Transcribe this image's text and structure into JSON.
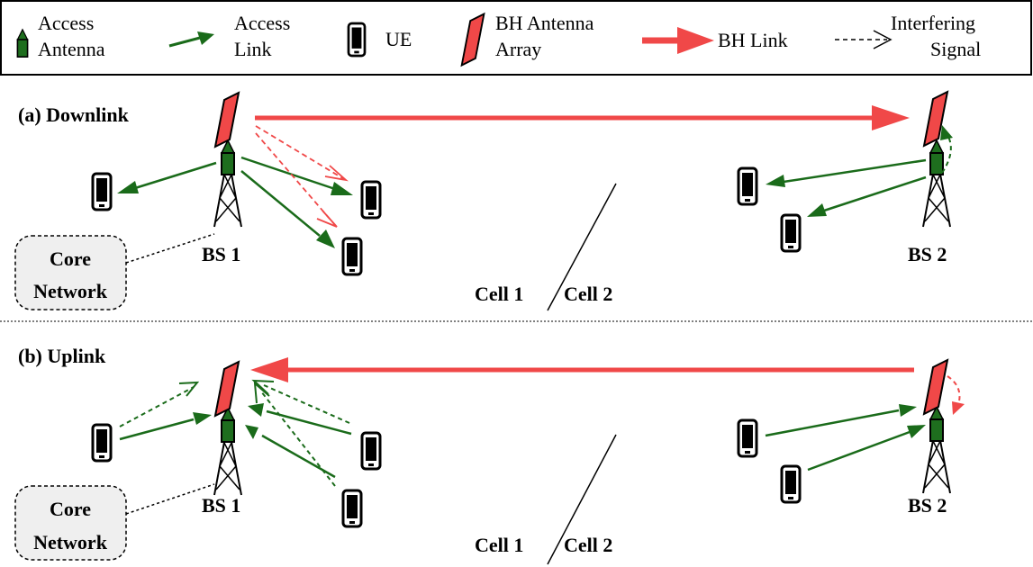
{
  "legend": {
    "access_antenna": [
      "Access",
      "Antenna"
    ],
    "access_link": [
      "Access",
      "Link"
    ],
    "ue": "UE",
    "bh_antenna": [
      "BH Antenna",
      "Array"
    ],
    "bh_link": "BH Link",
    "interfering": [
      "Interfering",
      "Signal"
    ]
  },
  "panels": [
    {
      "title": "(a) Downlink",
      "bs1": "BS 1",
      "bs2": "BS 2",
      "core": [
        "Core",
        "Network"
      ],
      "cell1": "Cell 1",
      "cell2": "Cell 2"
    },
    {
      "title": "(b) Uplink",
      "bs1": "BS 1",
      "bs2": "BS 2",
      "core": [
        "Core",
        "Network"
      ],
      "cell1": "Cell 1",
      "cell2": "Cell 2"
    }
  ],
  "colors": {
    "access_green": "#1a6b1a",
    "antenna_green": "#1e6e1e",
    "bh_red": "#f04848",
    "panel_fill": "#efefef"
  }
}
